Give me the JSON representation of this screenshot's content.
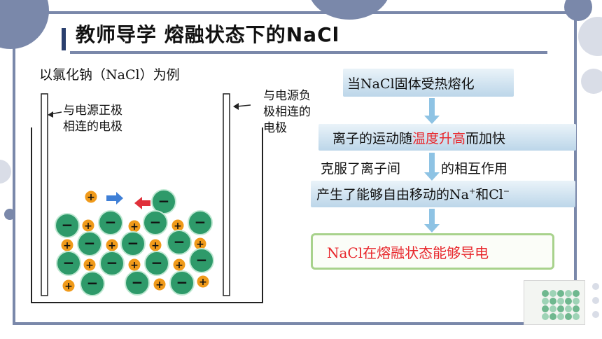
{
  "title": "教师导学  熔融状态下的NaCl",
  "example_label": "以氯化钠（NaCl）为例",
  "electrode_left_label": "与电源正极相连的电极",
  "electrode_right_label": "与电源负极相连的电极",
  "ion_symbols": {
    "anion": "−",
    "cation": "+"
  },
  "steps": {
    "step1": "当NaCl固体受热熔化",
    "step2_pre": "离子的运动随",
    "step2_red": "温度升高",
    "step2_post": "而加快",
    "step3_left": "克服了离子间",
    "step3_right": "的相互作用",
    "step4_main": "产生了能够自由移动的Na",
    "step4_mid": "和Cl",
    "charge_plus": "+",
    "charge_minus": "−"
  },
  "result": "NaCl在熔融状态能够导电",
  "colors": {
    "frame": "#7a88aa",
    "anion": "#2e9a6a",
    "cation": "#f09a1a",
    "arrow_red": "#e0303a",
    "arrow_blue": "#3f7fd6"
  }
}
